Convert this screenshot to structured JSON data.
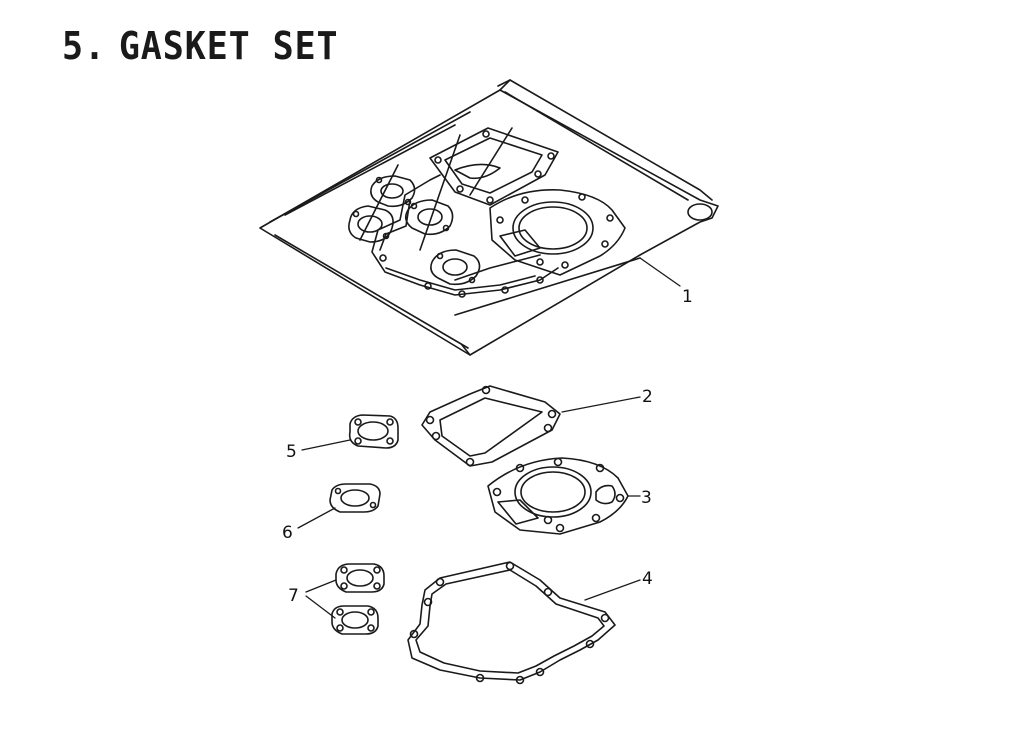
{
  "header": {
    "number": "5.",
    "title": "GASKET SET"
  },
  "diagram": {
    "callouts": [
      {
        "label": "1",
        "part": "gasket-set-package"
      },
      {
        "label": "2",
        "part": "valve-cover-gasket"
      },
      {
        "label": "3",
        "part": "cylinder-head-gasket"
      },
      {
        "label": "4",
        "part": "crankcase-gasket"
      },
      {
        "label": "5",
        "part": "carburetor-gasket"
      },
      {
        "label": "6",
        "part": "insulator-gasket"
      },
      {
        "label": "7",
        "part": "exhaust-gasket"
      }
    ]
  }
}
